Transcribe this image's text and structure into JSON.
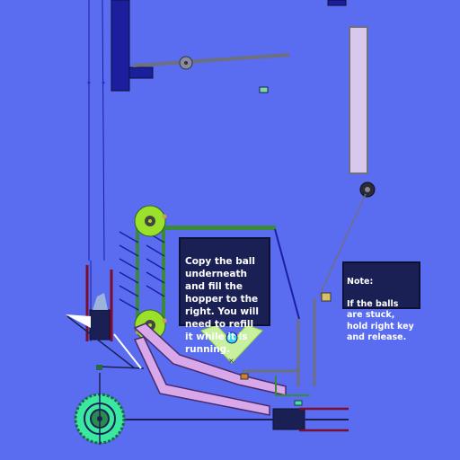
{
  "instruction": {
    "text": "Copy the ball underneath and fill the hopper to the right. You will need to refill it while it is running."
  },
  "tip": {
    "title": "Note:",
    "text": "If the balls are stuck, hold right key and release."
  },
  "colors": {
    "background": "#5a6cf0",
    "lime": "#9be02a",
    "pink": "#d8a8e8",
    "mint": "#3be8a0",
    "navy": "#1a2054",
    "dark_blue": "#1b1f9e",
    "gray": "#6e7080",
    "lavender": "#d8c8ec",
    "maroon": "#7a0e2e"
  },
  "icons": [
    "gear-icon",
    "pulley-wheel-icon",
    "ball-icon"
  ]
}
